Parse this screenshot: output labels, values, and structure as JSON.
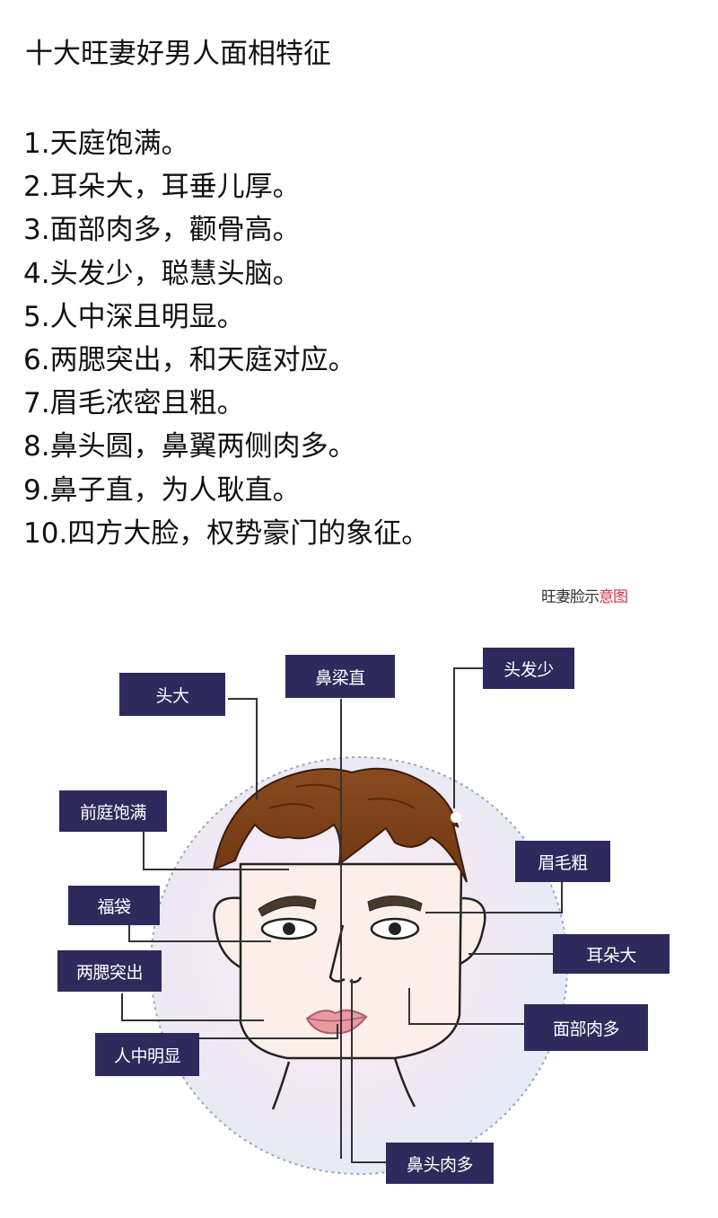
{
  "title": "十大旺妻好男人面相特征",
  "items": [
    "1.天庭饱满。",
    "2.耳朵大，耳垂儿厚。",
    "3.面部肉多，颧骨高。",
    "4.头发少，聪慧头脑。",
    "5.人中深且明显。",
    "6.两腮突出，和天庭对应。",
    "7.眉毛浓密且粗。",
    "8.鼻头圆，鼻翼两侧肉多。",
    "9.鼻子直，为人耿直。",
    "10.四方大脸，权势豪门的象征。"
  ],
  "diagram": {
    "caption_main": "旺妻脸示",
    "caption_accent": "意图",
    "accent_color": "#d2344a",
    "label_color": "#2f2a5c",
    "labels": {
      "head_big": "头大",
      "nose_bridge": "鼻梁直",
      "less_hair": "头发少",
      "full_forehead": "前庭饱满",
      "thick_brows": "眉毛粗",
      "eye_bags": "福袋",
      "big_ears": "耳朵大",
      "cheeks": "两腮突出",
      "fleshy_face": "面部肉多",
      "philtrum": "人中明显",
      "nose_tip": "鼻头肉多"
    }
  }
}
